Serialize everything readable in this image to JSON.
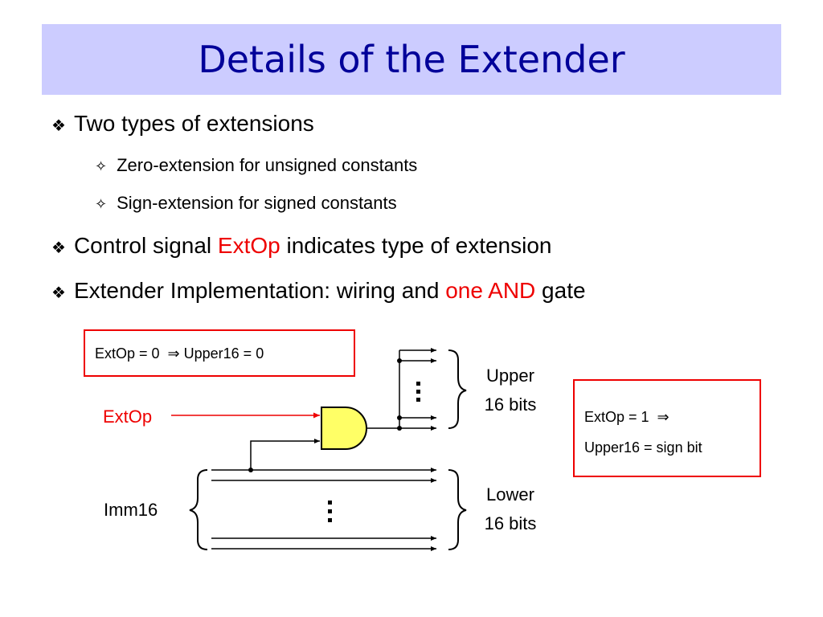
{
  "title": "Details of the Extender",
  "bullets": [
    {
      "text": "Two types of extensions"
    },
    {
      "pre": "Control signal ",
      "highlight": "ExtOp",
      "post": " indicates type of extension"
    },
    {
      "pre": "Extender Implementation: wiring and ",
      "highlight": "one AND",
      "post": " gate"
    }
  ],
  "sub_bullets": [
    "Zero-extension for unsigned constants",
    "Sign-extension for signed constants"
  ],
  "diagram": {
    "box_zero": "ExtOp = 0  ⇒ Upper16 = 0",
    "box_one_line1": "ExtOp = 1  ⇒",
    "box_one_line2": "Upper16 = sign bit",
    "extop_label": "ExtOp",
    "imm16_label": "Imm16",
    "upper_line1": "Upper",
    "upper_line2": "16 bits",
    "lower_line1": "Lower",
    "lower_line2": "16 bits"
  },
  "colors": {
    "title_bg": "#ccccff",
    "title_text": "#000099",
    "accent": "#ee0000",
    "gate_fill": "#ffff66"
  }
}
